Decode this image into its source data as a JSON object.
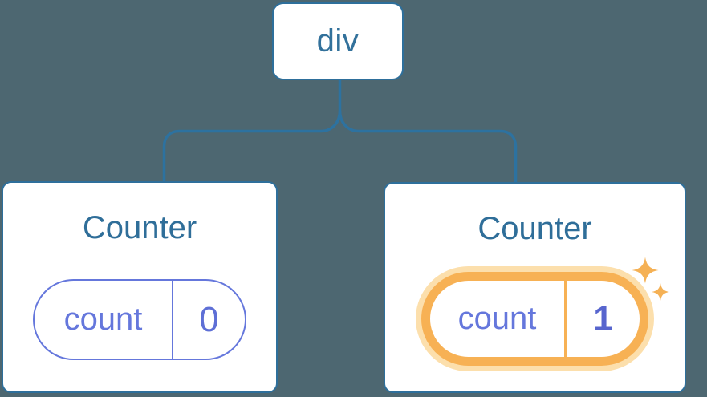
{
  "tree": {
    "root": {
      "label": "div"
    },
    "children": [
      {
        "title": "Counter",
        "state": {
          "key": "count",
          "value": "0"
        },
        "highlighted": false
      },
      {
        "title": "Counter",
        "state": {
          "key": "count",
          "value": "1"
        },
        "highlighted": true
      }
    ]
  },
  "icons": {
    "sparkle_large": "four-pointed-star",
    "sparkle_small": "four-pointed-star"
  },
  "colors": {
    "background": "#4D6771",
    "card_background": "#FFFFFF",
    "node_border_blue": "#2E6F9B",
    "node_text_blue": "#2F6E99",
    "connector_blue": "#2D72A0",
    "state_purple": "#6577DC",
    "state_value_purple": "#5765CE",
    "highlight_orange": "#F7B154",
    "highlight_glow": "#FCDFAC",
    "sparkle_orange": "#F5B155"
  }
}
